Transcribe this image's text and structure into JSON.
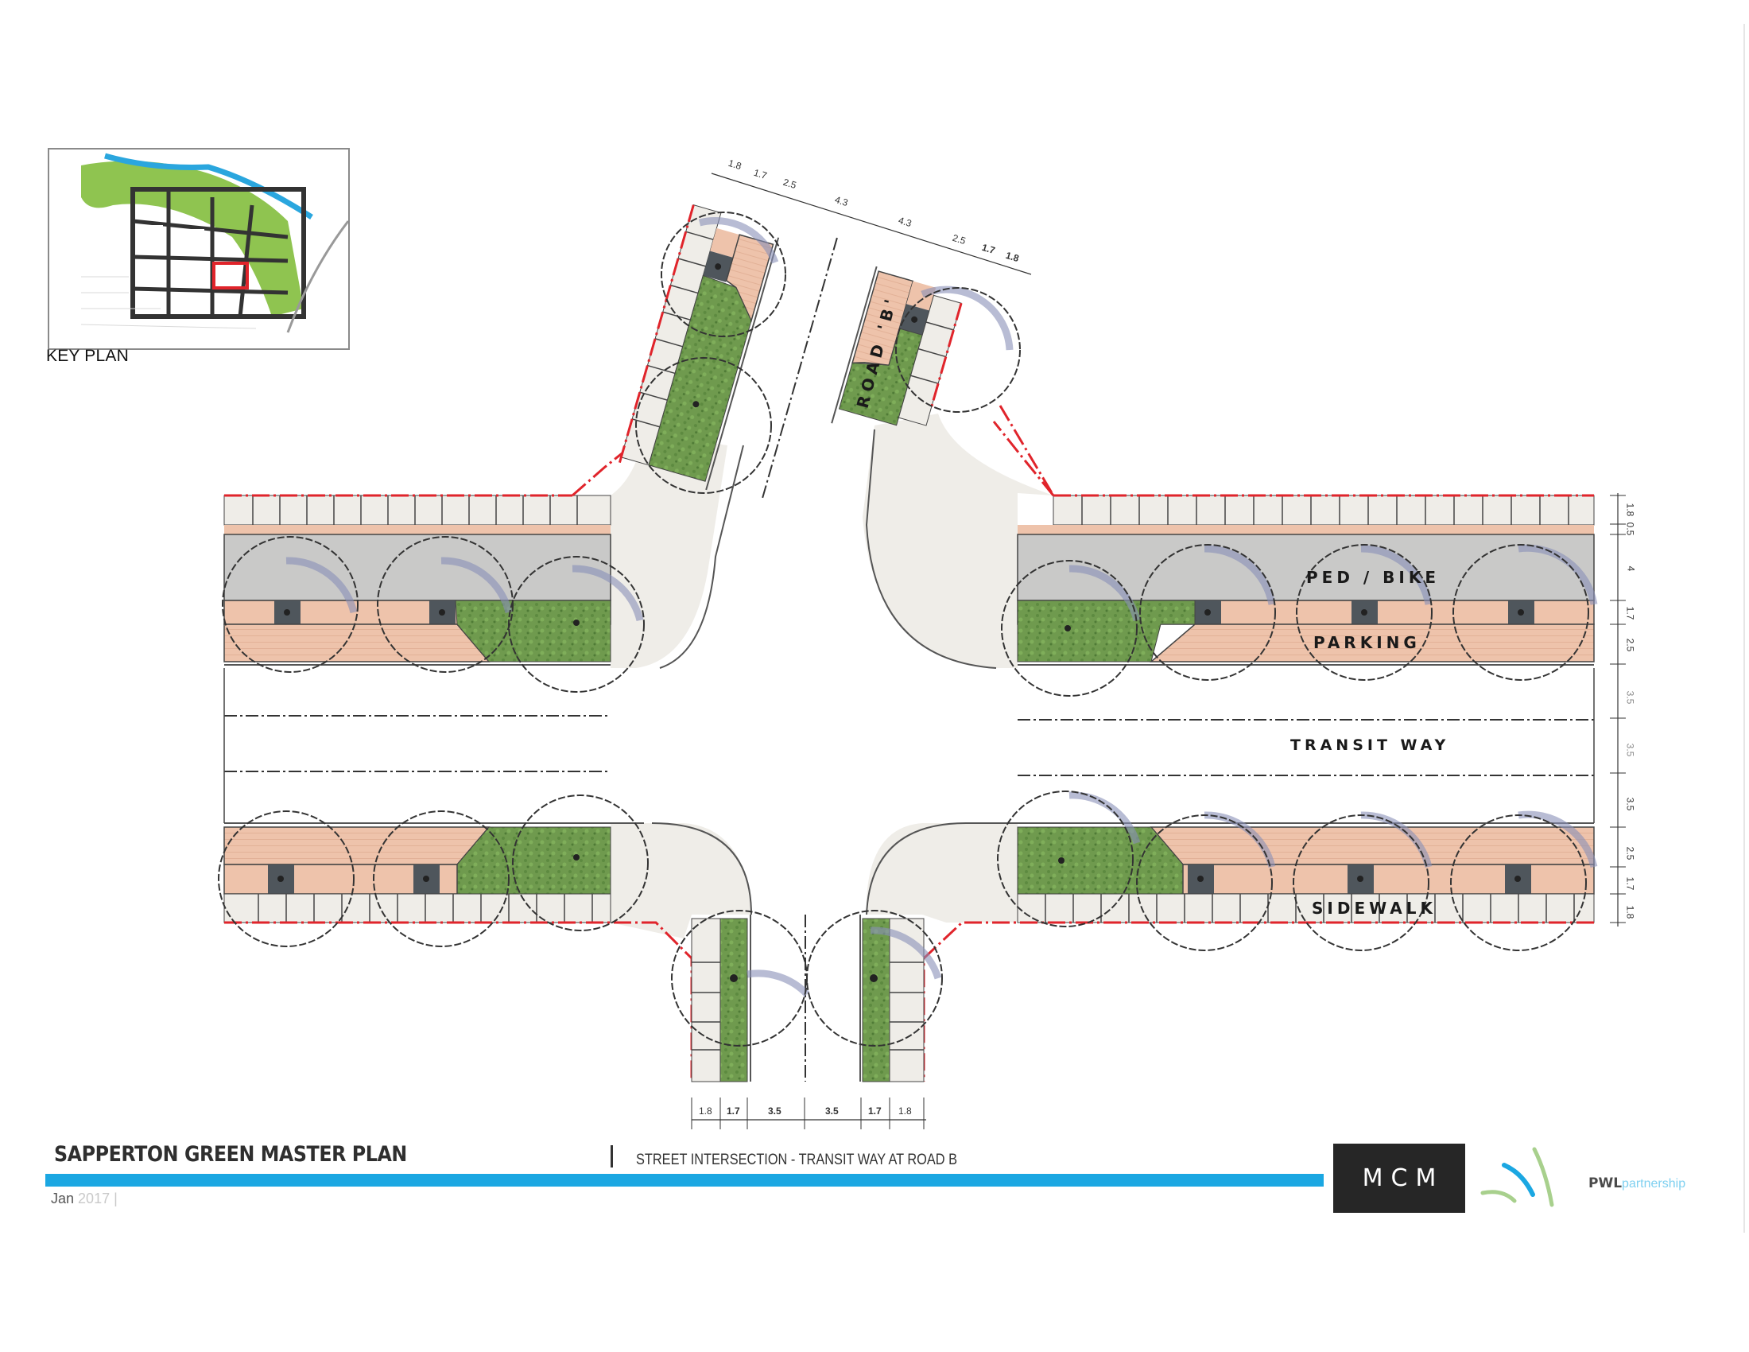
{
  "key_plan": {
    "label": "KEY PLAN",
    "highlight_color": "#e0242b"
  },
  "plan": {
    "road_label": "ROAD 'B'",
    "labels": {
      "ped_bike": "PED / BIKE",
      "parking": "PARKING",
      "transit_way": "TRANSIT WAY",
      "sidewalk": "SIDEWALK"
    },
    "colors": {
      "sidewalk": "#efede8",
      "paver": "#eec3ab",
      "ped_bike": "#c9c9c8",
      "planting": "#6f9a4e",
      "tree_grate": "#4f565c",
      "property_line": "#e0242b",
      "tree_shadow": "#8890b8"
    },
    "top_dimensions": [
      "1.8",
      "1.7",
      "2.5",
      "4.3",
      "4.3",
      "2.5",
      "1.7",
      "1.8"
    ],
    "right_dimensions": [
      "1.8",
      "0.5",
      "4",
      "1.7",
      "2.5",
      "3.5",
      "3.5",
      "3.5",
      "2.5",
      "1.7",
      "1.8"
    ],
    "bottom_dimensions": [
      "1.8",
      "1.7",
      "3.5",
      "3.5",
      "1.7",
      "1.8"
    ]
  },
  "title_block": {
    "project_title": "SAPPERTON GREEN MASTER PLAN",
    "sheet_title": "STREET INTERSECTION - TRANSIT WAY AT ROAD B",
    "date_month": "Jan",
    "date_year": "2017",
    "bar_color": "#1ba7e2",
    "logo_mcm": "MCM",
    "logo_pwl_bold": "PWL",
    "logo_pwl_light": "partnership"
  }
}
